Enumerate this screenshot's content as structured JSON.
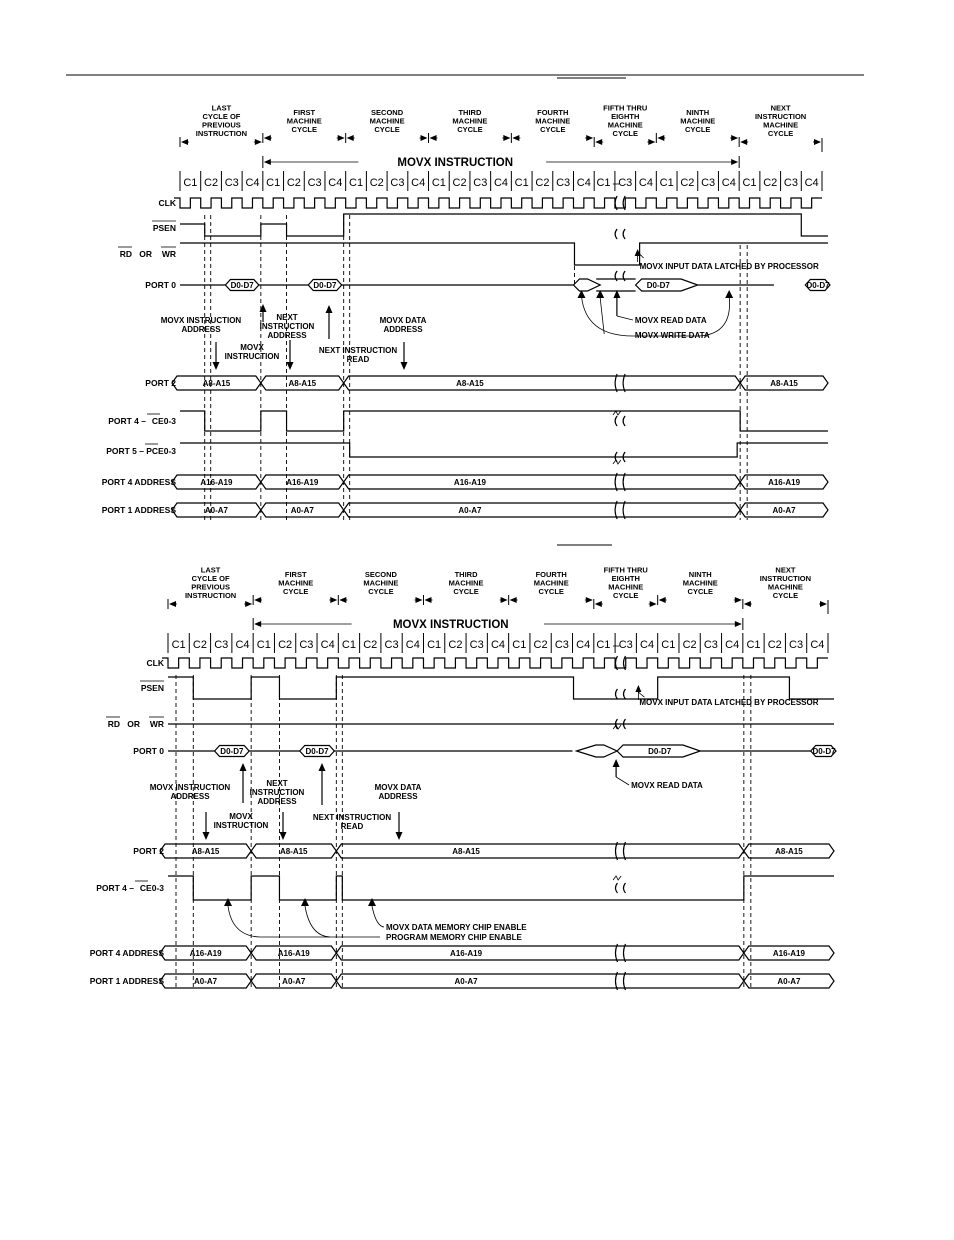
{
  "page": {
    "top_rule": "",
    "caption_1": "",
    "caption_2": ""
  },
  "diagram_1": {
    "cycle_headers": [
      [
        "LAST",
        "CYCLE OF",
        "PREVIOUS",
        "INSTRUCTION"
      ],
      [
        "FIRST",
        "MACHINE",
        "CYCLE"
      ],
      [
        "SECOND",
        "MACHINE",
        "CYCLE"
      ],
      [
        "THIRD",
        "MACHINE",
        "CYCLE"
      ],
      [
        "FOURTH",
        "MACHINE",
        "CYCLE"
      ],
      [
        "FIFTH THRU",
        "EIGHTH",
        "MACHINE",
        "CYCLE"
      ],
      [
        "NINTH",
        "MACHINE",
        "CYCLE"
      ],
      [
        "NEXT",
        "INSTRUCTION",
        "MACHINE",
        "CYCLE"
      ]
    ],
    "movx_label": "MOVX INSTRUCTION",
    "clock_states": [
      "C1",
      "C2",
      "C3",
      "C4",
      "C1",
      "C2",
      "C3",
      "C4",
      "C1",
      "C2",
      "C3",
      "C4",
      "C1",
      "C2",
      "C3",
      "C4",
      "C1",
      "C2",
      "C3",
      "C4",
      "C1",
      "C3",
      "C4",
      "C1",
      "C2",
      "C3",
      "C4",
      "C1",
      "C2",
      "C3",
      "C4"
    ],
    "signals": {
      "clk": "CLK",
      "psen": "PSEN",
      "rd_or": "RD",
      "or": "OR",
      "wr": "WR",
      "port0": "PORT 0",
      "port2": "PORT 2",
      "port4_ce": "PORT 4 – ",
      "port4_ce_bar": "CE0-3",
      "port5_pce": "PORT 5 – ",
      "port5_pce_bar": "PCE0-3",
      "port4_addr": "PORT 4 ADDRESS",
      "port1_addr": "PORT 1 ADDRESS"
    },
    "bus_values": {
      "d0_d7": "D0-D7",
      "a8_a15": "A8-A15",
      "a16_a19": "A16-A19",
      "a0_a7": "A0-A7"
    },
    "annotations": {
      "movx_instr_addr": [
        "MOVX INSTRUCTION",
        "ADDRESS"
      ],
      "movx_instr": [
        "MOVX",
        "INSTRUCTION"
      ],
      "next_instr_addr": [
        "NEXT",
        "INSTRUCTION",
        "ADDRESS"
      ],
      "next_instr_read": [
        "NEXT INSTRUCTION",
        "READ"
      ],
      "movx_data_addr": [
        "MOVX DATA",
        "ADDRESS"
      ],
      "latched": "MOVX INPUT DATA LATCHED BY PROCESSOR",
      "read_data": "MOVX READ DATA",
      "write_data": "MOVX WRITE DATA"
    }
  },
  "diagram_2": {
    "cycle_headers": [
      [
        "LAST",
        "CYCLE OF",
        "PREVIOUS",
        "INSTRUCTION"
      ],
      [
        "FIRST",
        "MACHINE",
        "CYCLE"
      ],
      [
        "SECOND",
        "MACHINE",
        "CYCLE"
      ],
      [
        "THIRD",
        "MACHINE",
        "CYCLE"
      ],
      [
        "FOURTH",
        "MACHINE",
        "CYCLE"
      ],
      [
        "FIFTH THRU",
        "EIGHTH",
        "MACHINE",
        "CYCLE"
      ],
      [
        "NINTH",
        "MACHINE",
        "CYCLE"
      ],
      [
        "NEXT",
        "INSTRUCTION",
        "MACHINE",
        "CYCLE"
      ]
    ],
    "movx_label": "MOVX INSTRUCTION",
    "clock_states": [
      "C1",
      "C2",
      "C3",
      "C4",
      "C1",
      "C2",
      "C3",
      "C4",
      "C1",
      "C2",
      "C3",
      "C4",
      "C1",
      "C2",
      "C3",
      "C4",
      "C1",
      "C2",
      "C3",
      "C4",
      "C1",
      "C3",
      "C4",
      "C1",
      "C2",
      "C3",
      "C4",
      "C1",
      "C2",
      "C3",
      "C4"
    ],
    "signals": {
      "clk": "CLK",
      "psen": "PSEN",
      "rd_or": "RD",
      "or": "OR",
      "wr": "WR",
      "port0": "PORT 0",
      "port2": "PORT 2",
      "port4_ce": "PORT 4 – ",
      "port4_ce_bar": "CE0-3",
      "port4_addr": "PORT 4 ADDRESS",
      "port1_addr": "PORT 1 ADDRESS"
    },
    "bus_values": {
      "d0_d7": "D0-D7",
      "a8_a15": "A8-A15",
      "a16_a19": "A16-A19",
      "a0_a7": "A0-A7"
    },
    "annotations": {
      "movx_instr_addr": [
        "MOVX INSTRUCTION",
        "ADDRESS"
      ],
      "movx_instr": [
        "MOVX",
        "INSTRUCTION"
      ],
      "next_instr_addr": [
        "NEXT",
        "INSTRUCTION",
        "ADDRESS"
      ],
      "next_instr_read": [
        "NEXT INSTRUCTION",
        "READ"
      ],
      "movx_data_addr": [
        "MOVX DATA",
        "ADDRESS"
      ],
      "latched": "MOVX INPUT DATA LATCHED BY PROCESSOR",
      "read_data": "MOVX READ DATA",
      "data_ce": "MOVX  DATA MEMORY CHIP ENABLE",
      "prog_ce": "PROGRAM MEMORY CHIP ENABLE"
    }
  }
}
